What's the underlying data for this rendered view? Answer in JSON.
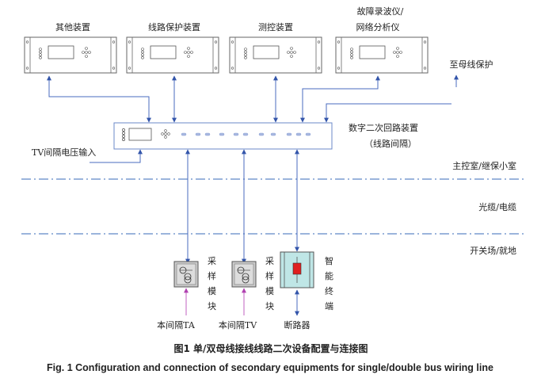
{
  "diagram": {
    "top_devices": [
      {
        "label_lines": [
          "其他装置"
        ]
      },
      {
        "label_lines": [
          "线路保护装置"
        ]
      },
      {
        "label_lines": [
          "测控装置"
        ]
      },
      {
        "label_lines": [
          "故障录波仪/",
          "网络分析仪"
        ]
      }
    ],
    "bus_protection_label": "至母线保护",
    "digital_device_label": [
      "数字二次回路装置",
      "（线路间隔）"
    ],
    "tv_input_label": "TV间隔电压输入",
    "zones": {
      "main_control": "主控室/继保小室",
      "cable": "光缆/电缆",
      "switchyard": "开关场/就地"
    },
    "sampling_modules": [
      {
        "label_chars": [
          "采",
          "样",
          "模",
          "块"
        ],
        "source": "本间隔TA"
      },
      {
        "label_chars": [
          "采",
          "样",
          "模",
          "块"
        ],
        "source": "本间隔TV"
      }
    ],
    "smart_terminal": {
      "label_chars": [
        "智",
        "能",
        "终",
        "端"
      ],
      "target": "断路器"
    },
    "colors": {
      "wire": "#4a6bbf",
      "analog_input": "#c060c0",
      "terminal_bg": "#bfe6e6",
      "breaker": "#e02020"
    }
  },
  "caption": {
    "cn": "图1 单/双母线接线线路二次设备配置与连接图",
    "en": "Fig. 1 Configuration and connection of secondary equipments for single/double bus wiring line"
  }
}
